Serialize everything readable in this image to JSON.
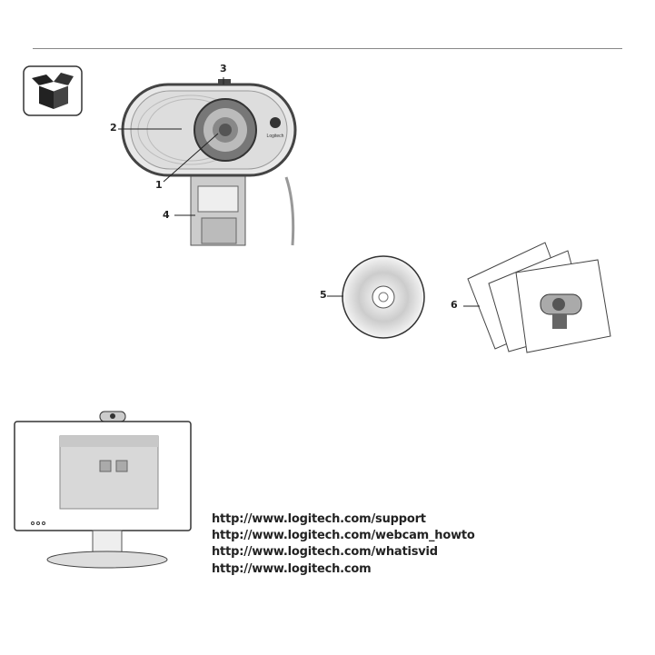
{
  "callouts": {
    "webcam_lens": "1",
    "webcam_body": "2",
    "webcam_button": "3",
    "webcam_clip": "4",
    "cd": "5",
    "documentation": "6"
  },
  "webcam_logo": "Logitech",
  "links": [
    "http://www.logitech.com/support",
    "http://www.logitech.com/webcam_howto",
    "http://www.logitech.com/whatisvid",
    "http://www.logitech.com"
  ]
}
